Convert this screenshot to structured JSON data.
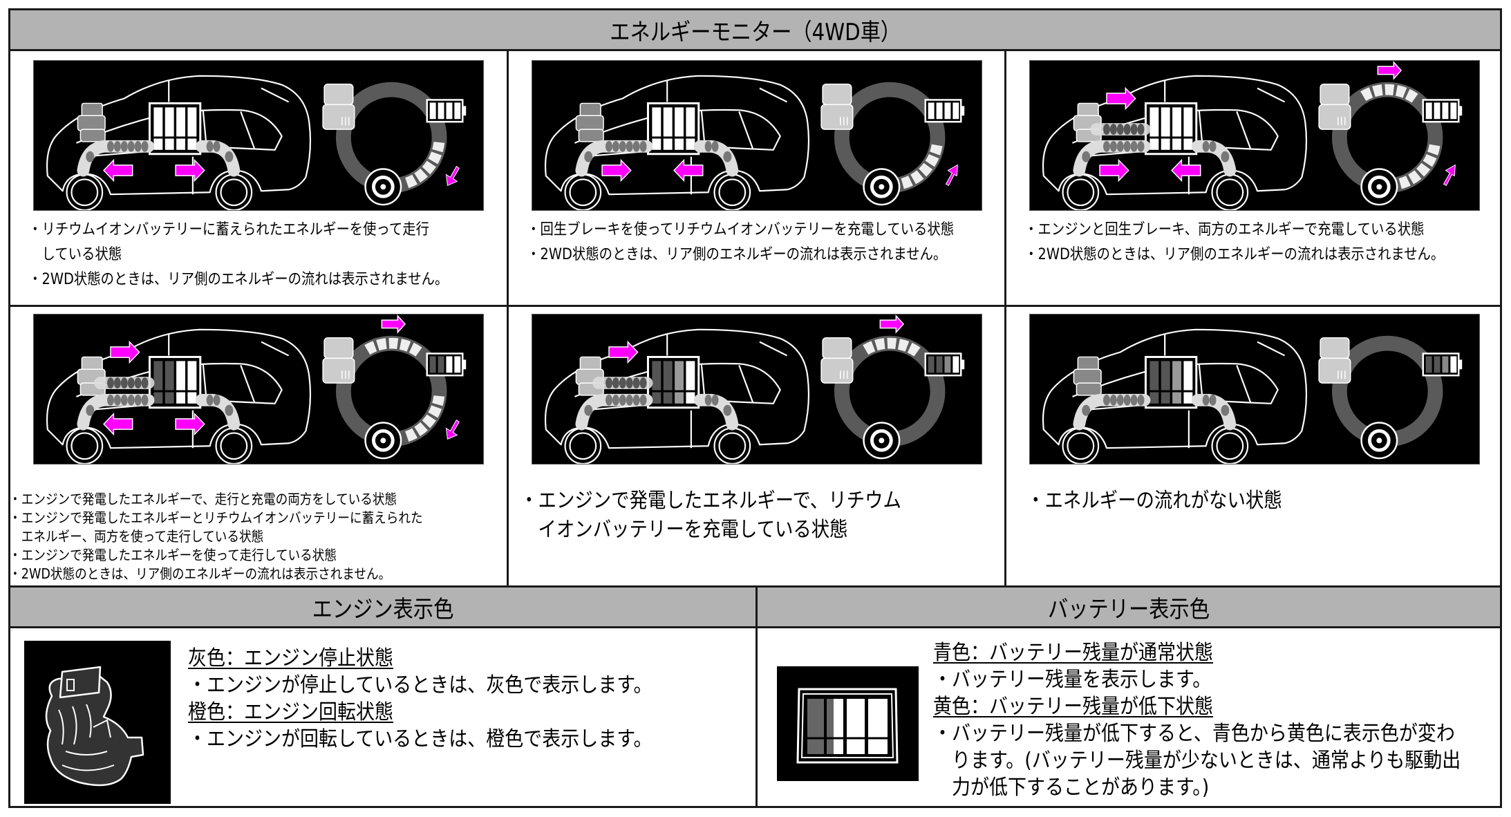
{
  "title": "エネルギーモニター（4WD車）",
  "colors": {
    "header_bg": "#b3b3b3",
    "border": "#1a1a1a",
    "flow_arrow": "#ff00ff",
    "ring": "#5a5a5a",
    "panel_bg": "#000000"
  },
  "panels": [
    {
      "state": "battery-driving",
      "front_arrow": "left",
      "rear_arrow": "right",
      "top_arrow": "none",
      "ring_flow": "battery-to-wheel",
      "battery_level": 4,
      "engine_flow": false,
      "bullets": [
        "・リチウムイオンバッテリーに蓄えられたエネルギーを使って走行",
        "　している状態",
        "・2WD状態のときは、リア側のエネルギーの流れは表示されません。"
      ]
    },
    {
      "state": "regen-charging",
      "front_arrow": "right",
      "rear_arrow": "left",
      "top_arrow": "none",
      "ring_flow": "wheel-to-battery",
      "battery_level": 4,
      "engine_flow": false,
      "bullets": [
        "・回生ブレーキを使ってリチウムイオンバッテリーを充電している状態",
        "・2WD状態のときは、リア側のエネルギーの流れは表示されません。"
      ]
    },
    {
      "state": "engine-and-regen-charging",
      "front_arrow": "right",
      "rear_arrow": "left",
      "top_arrow": "right",
      "ring_flow": "engine-and-wheel-to-battery",
      "battery_level": 4,
      "engine_flow": true,
      "bullets": [
        "・エンジンと回生ブレーキ、両方のエネルギーで充電している状態",
        "・2WD状態のときは、リア側のエネルギーの流れは表示されません。"
      ]
    },
    {
      "state": "engine-drive-and-charge",
      "front_arrow": "left",
      "rear_arrow": "right",
      "top_arrow": "right",
      "ring_flow": "engine-to-battery-to-wheel",
      "battery_level": 2,
      "engine_flow": true,
      "bullets": [
        "・エンジンで発電したエネルギーで、走行と充電の両方をしている状態",
        "・エンジンで発電したエネルギーとリチウムイオンバッテリーに蓄えられた",
        "　エネルギー、両方を使って走行している状態",
        "・エンジンで発電したエネルギーを使って走行している状態",
        "・2WD状態のときは、リア側のエネルギーの流れは表示されません。"
      ]
    },
    {
      "state": "engine-charging",
      "front_arrow": "none",
      "rear_arrow": "none",
      "top_arrow": "right",
      "ring_flow": "engine-to-battery",
      "battery_level": 1.5,
      "engine_flow": true,
      "bullets": [
        "・エンジンで発電したエネルギーで、リチウム",
        "　イオンバッテリーを充電している状態"
      ]
    },
    {
      "state": "no-flow",
      "front_arrow": "none",
      "rear_arrow": "none",
      "top_arrow": "none",
      "ring_flow": "none",
      "battery_level": 1.5,
      "engine_flow": false,
      "bullets": [
        "・エネルギーの流れがない状態"
      ]
    }
  ],
  "engine_section": {
    "header": "エンジン表示色",
    "items": [
      {
        "title": "灰色：エンジン停止状態",
        "desc": "・エンジンが停止しているときは、灰色で表示します。"
      },
      {
        "title": "橙色：エンジン回転状態",
        "desc": "・エンジンが回転しているときは、橙色で表示します。"
      }
    ]
  },
  "battery_section": {
    "header": "バッテリー表示色",
    "items": [
      {
        "title": "青色：バッテリー残量が通常状態",
        "desc": "・バッテリー残量を表示します。"
      },
      {
        "title": "黄色：バッテリー残量が低下状態",
        "desc": "・バッテリー残量が低下すると、青色から黄色に表示色が変わります。(バッテリー残量が少ないときは、通常よりも駆動出力が低下することがあります。)"
      }
    ]
  }
}
